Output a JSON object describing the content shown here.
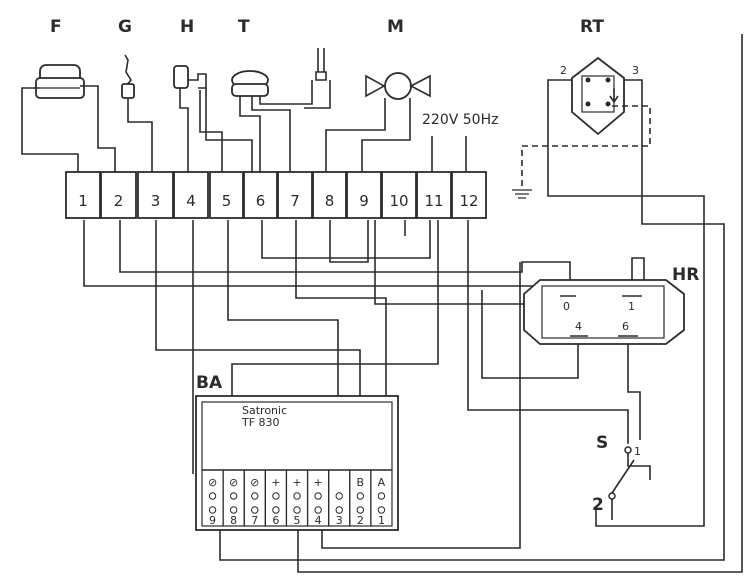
{
  "components": {
    "F": "F",
    "G": "G",
    "H": "H",
    "T": "T",
    "M": "M",
    "RT": "RT",
    "HR": "HR",
    "BA": "BA",
    "S": "S"
  },
  "supply": "220V 50Hz",
  "terminals": [
    "1",
    "2",
    "3",
    "4",
    "5",
    "6",
    "7",
    "8",
    "9",
    "10",
    "11",
    "12"
  ],
  "rt_pins": {
    "left": "2",
    "right": "3"
  },
  "hr_pins": {
    "tl": "0",
    "tr": "1",
    "bl": "4",
    "br": "6"
  },
  "switch_pins": {
    "top": "1",
    "bottom": "2"
  },
  "ba": {
    "brand": "Satronic",
    "model": "TF 830",
    "top_row": [
      "⊘",
      "⊘",
      "⊘",
      "+",
      "+",
      "+",
      "",
      "B",
      "A"
    ],
    "bottom_row": [
      "9",
      "8",
      "7",
      "6",
      "5",
      "4",
      "3",
      "2",
      "1"
    ]
  }
}
